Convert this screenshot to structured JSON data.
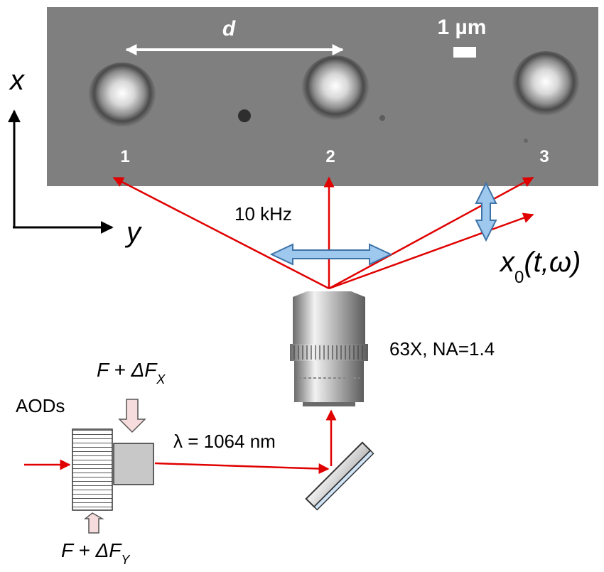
{
  "micrograph": {
    "separation_label": "d",
    "scale_bar_label": "1 µm",
    "traps": [
      {
        "label": "1"
      },
      {
        "label": "2"
      },
      {
        "label": "3"
      }
    ]
  },
  "axes": {
    "vertical_label": "x",
    "horizontal_label": "y"
  },
  "labels": {
    "modulation_frequency": "10 kHz",
    "oscillation_symbol": "x",
    "oscillation_subscript": "0",
    "oscillation_args": "(t,ω)",
    "objective": "63X, NA=1.4",
    "aods": "AODs",
    "wavelength": "λ = 1064 nm",
    "drive_x_main": "F + ΔF",
    "drive_x_sub": "X",
    "drive_y_main": "F + ΔF",
    "drive_y_sub": "Y"
  },
  "colors": {
    "laser": "#e00000",
    "double_arrow_fill": "#9ec8ee",
    "double_arrow_stroke": "#3f74a8",
    "input_arrow_fill": "#f6dcdc",
    "micrograph_bg": "#7f7f7f"
  }
}
